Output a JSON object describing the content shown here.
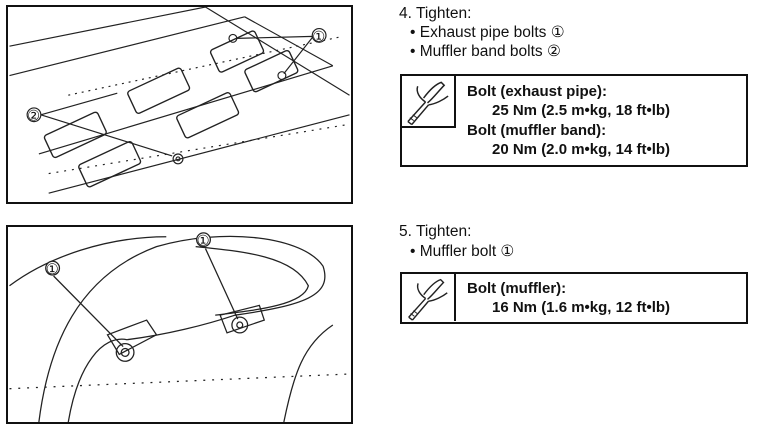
{
  "figure1": {
    "callouts": [
      "①",
      "②"
    ]
  },
  "figure2": {
    "callouts": [
      "①",
      "①"
    ]
  },
  "step4": {
    "heading": "4. Tighten:",
    "bullets": [
      "• Exhaust pipe bolts ①",
      "• Muffler band bolts ②"
    ],
    "torque_icon": "torque-wrench-icon",
    "specs": [
      {
        "label": "Bolt (exhaust pipe):",
        "value": "25 Nm (2.5 m•kg, 18 ft•lb)"
      },
      {
        "label": "Bolt (muffler band):",
        "value": "20 Nm (2.0 m•kg, 14 ft•lb)"
      }
    ]
  },
  "step5": {
    "heading": "5. Tighten:",
    "bullets": [
      "• Muffler bolt ①"
    ],
    "torque_icon": "torque-wrench-icon",
    "specs": [
      {
        "label": "Bolt (muffler):",
        "value": "16 Nm (1.6 m•kg, 12 ft•lb)"
      }
    ]
  }
}
